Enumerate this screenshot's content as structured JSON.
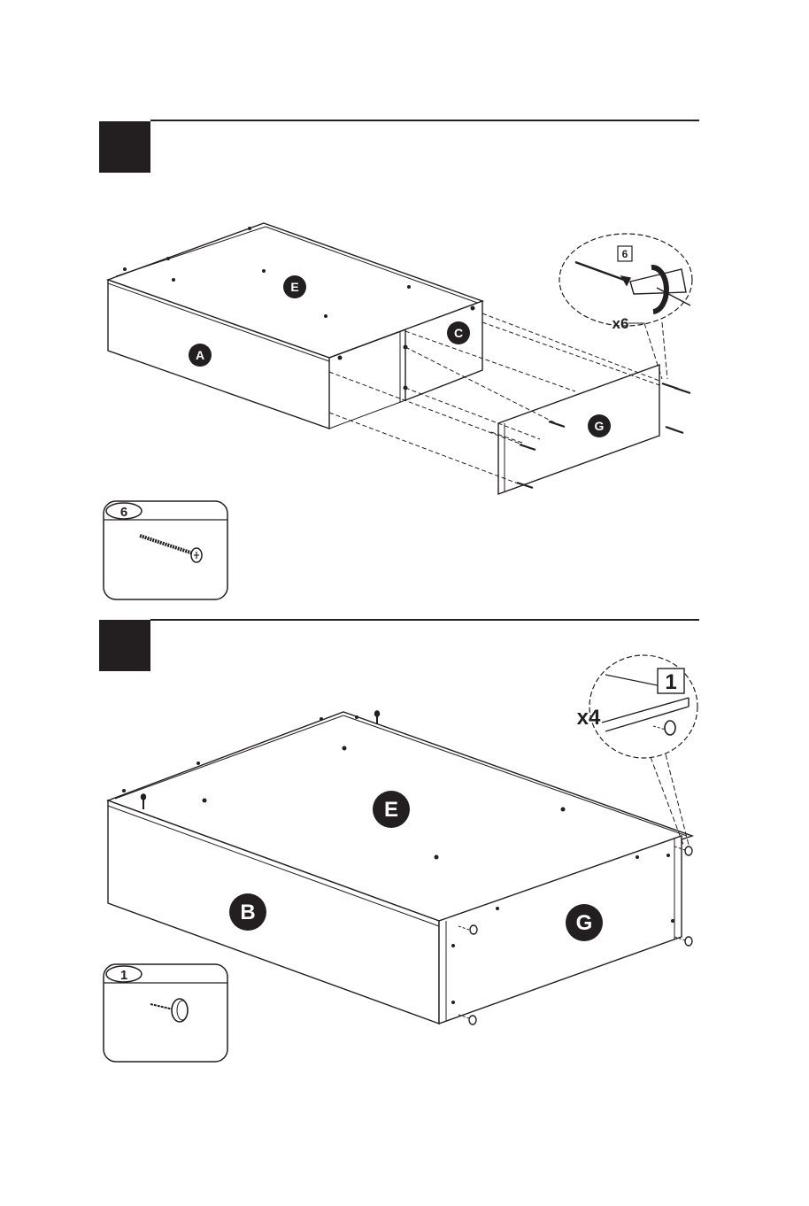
{
  "steps": [
    {
      "panels": [
        "E",
        "A",
        "C",
        "G"
      ],
      "callout": {
        "part_number": "6",
        "quantity": "x6"
      },
      "part_box": {
        "part_number": "6"
      }
    },
    {
      "panels": [
        "E",
        "B",
        "G"
      ],
      "callout": {
        "part_number": "1",
        "quantity": "x4"
      },
      "part_box": {
        "part_number": "1"
      }
    }
  ],
  "colors": {
    "ink": "#231f20",
    "panel_label_fill": "#231f20",
    "paper": "#ffffff"
  },
  "icons": [
    "wood-screw-icon",
    "screwdriver-rotation-icon",
    "cam-bolt-icon"
  ]
}
